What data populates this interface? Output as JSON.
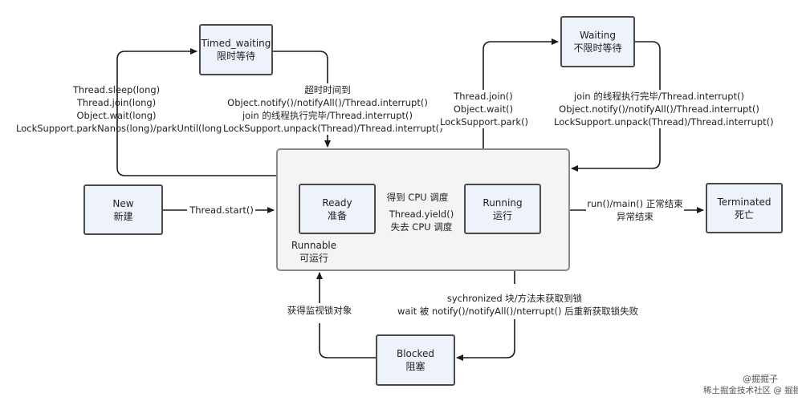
{
  "states": {
    "timed_waiting": {
      "title": "Timed_waiting",
      "subtitle": "限时等待"
    },
    "waiting": {
      "title": "Waiting",
      "subtitle": "不限时等待"
    },
    "new": {
      "title": "New",
      "subtitle": "新建"
    },
    "ready": {
      "title": "Ready",
      "subtitle": "准备"
    },
    "running": {
      "title": "Running",
      "subtitle": "运行"
    },
    "terminated": {
      "title": "Terminated",
      "subtitle": "死亡"
    },
    "blocked": {
      "title": "Blocked",
      "subtitle": "阻塞"
    },
    "runnable": {
      "title": "Runnable",
      "subtitle": "可运行"
    }
  },
  "transitions": {
    "to_timed_waiting": [
      "Thread.sleep(long)",
      "Thread.join(long)",
      "Object.wait(long)",
      "LockSupport.parkNanos(long)/parkUntil(long)"
    ],
    "from_timed_waiting": [
      "超时时间到",
      "Object.notify()/notifyAll()/Thread.interrupt()",
      "join 的线程执行完毕/Thread.interrupt()",
      "LockSupport.unpack(Thread)/Thread.interrupt()"
    ],
    "to_waiting": [
      "Thread.join()",
      "Object.wait()",
      "LockSupport.park()"
    ],
    "from_waiting": [
      "join 的线程执行完毕/Thread.interrupt()",
      "Object.notify()/notifyAll()/Thread.interrupt()",
      "LockSupport.unpack(Thread)/Thread.interrupt()"
    ],
    "start": "Thread.start()",
    "ready_to_running": "得到 CPU 调度",
    "running_to_ready": [
      "Thread.yield()",
      "失去 CPU 调度"
    ],
    "to_terminated": [
      "run()/main() 正常结束",
      "异常结束"
    ],
    "to_blocked": [
      "sychronized 块/方法未获取到锁",
      "wait 被 notify()/notifyAll()/nterrupt() 后重新获取锁失败"
    ],
    "from_blocked": "获得监视锁对象"
  },
  "watermark": {
    "line1": "@掘掘子",
    "line2": "稀土掘金技术社区 @ 掘掘子"
  }
}
